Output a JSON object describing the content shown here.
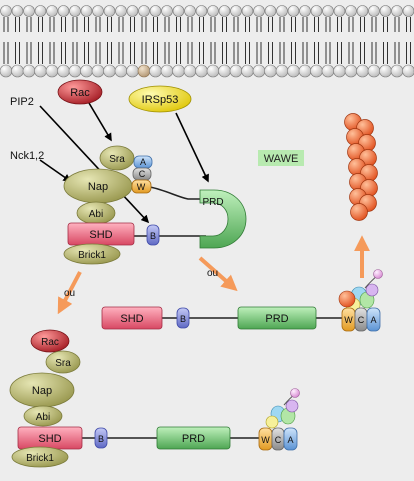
{
  "labels": {
    "pip2": "PIP2",
    "nck": "Nck1,2",
    "rac": "Rac",
    "irsp53": "IRSp53",
    "sra": "Sra",
    "nap": "Nap",
    "abi": "Abi",
    "brick1": "Brick1",
    "shd": "SHD",
    "b": "B",
    "prd": "PRD",
    "w": "W",
    "c": "C",
    "a": "A",
    "wave": "WAWE",
    "ou": "ou"
  },
  "colors": {
    "background": "#ededed",
    "rac": "#c8323a",
    "irsp53": "#f2e21a",
    "olive": "#b5b471",
    "shd": "#e9607a",
    "b": "#7f88d6",
    "prd": "#6cbd6f",
    "w": "#f0b34a",
    "c": "#a7a7a7",
    "a": "#7fb0e3",
    "actin": "#f26b3a",
    "arrow_orange": "#f59a5a",
    "wave_bg": "#b8eab0",
    "pip2_head": "#f2b6ee"
  }
}
